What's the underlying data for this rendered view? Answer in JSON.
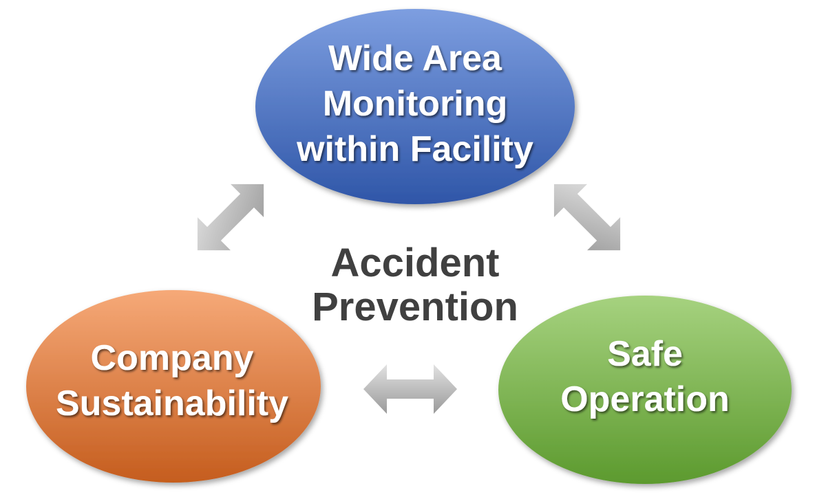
{
  "diagram": {
    "center": {
      "line1": "Accident",
      "line2": "Prevention",
      "color": "#404040"
    },
    "nodes": {
      "top": {
        "line1": "Wide Area",
        "line2": "Monitoring",
        "line3": "within Facility",
        "color_light": "#7d9ee0",
        "color_dark": "#2f56a8"
      },
      "left": {
        "line1": "Company",
        "line2": "Sustainability",
        "color_light": "#f6a978",
        "color_dark": "#c55d1e"
      },
      "right": {
        "line1": "Safe",
        "line2": "Operation",
        "color_light": "#a6d27f",
        "color_dark": "#5c9a2e"
      }
    },
    "arrows": {
      "color_light": "#e2e2e2",
      "color_dark": "#9a9a9a"
    }
  }
}
